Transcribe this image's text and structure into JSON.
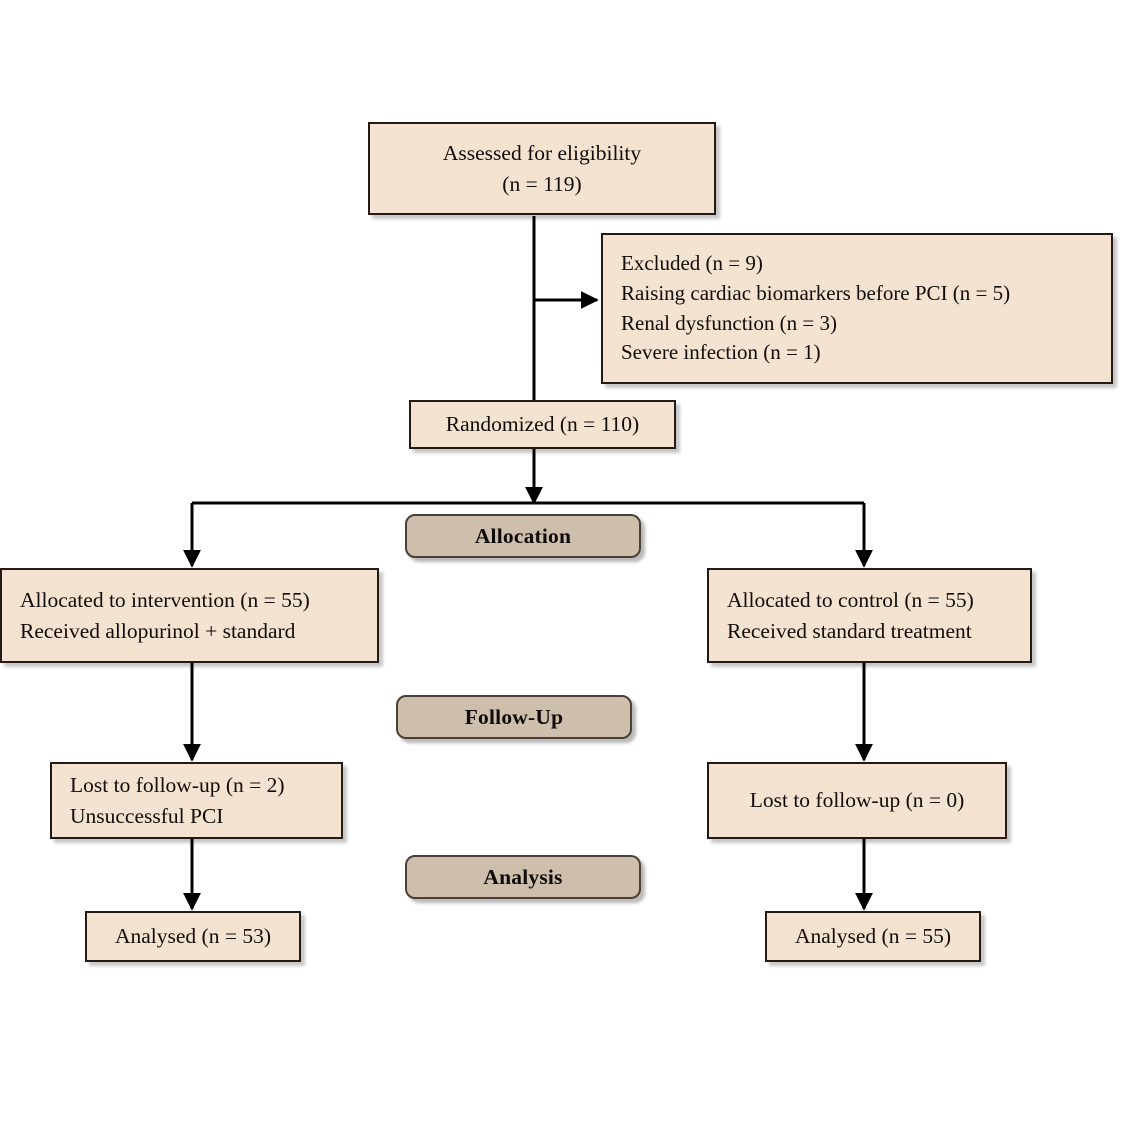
{
  "diagram": {
    "type": "consort-flow-diagram",
    "colors": {
      "node_fill": "#F4E3D0",
      "node_border": "#231a16",
      "banner_fill": "#CDBFAC",
      "banner_border": "#4a4036",
      "connector": "#000000",
      "background": "#FFFFFF"
    }
  },
  "nodes": {
    "eligibility": {
      "line1": "Assessed for eligibility",
      "line2": "(n = 119)"
    },
    "excluded": {
      "line1": "Excluded (n = 9)",
      "line2": "Raising cardiac biomarkers before PCI (n = 5)",
      "line3": "Renal dysfunction (n = 3)",
      "line4": "Severe infection (n = 1)"
    },
    "randomized": {
      "line1": "Randomized (n = 110)"
    },
    "allocated_intervention": {
      "line1": "Allocated to intervention (n = 55)",
      "line2": "Received allopurinol + standard"
    },
    "allocated_control": {
      "line1": "Allocated to control (n = 55)",
      "line2": "Received standard treatment"
    },
    "lost_intervention": {
      "line1": "Lost to follow-up (n = 2)",
      "line2": "Unsuccessful PCI"
    },
    "lost_control": {
      "line1": "Lost to follow-up (n = 0)"
    },
    "analysed_intervention": {
      "line1": "Analysed (n = 53)"
    },
    "analysed_control": {
      "line1": "Analysed (n = 55)"
    }
  },
  "banners": {
    "allocation": "Allocation",
    "followup": "Follow-Up",
    "analysis": "Analysis"
  }
}
